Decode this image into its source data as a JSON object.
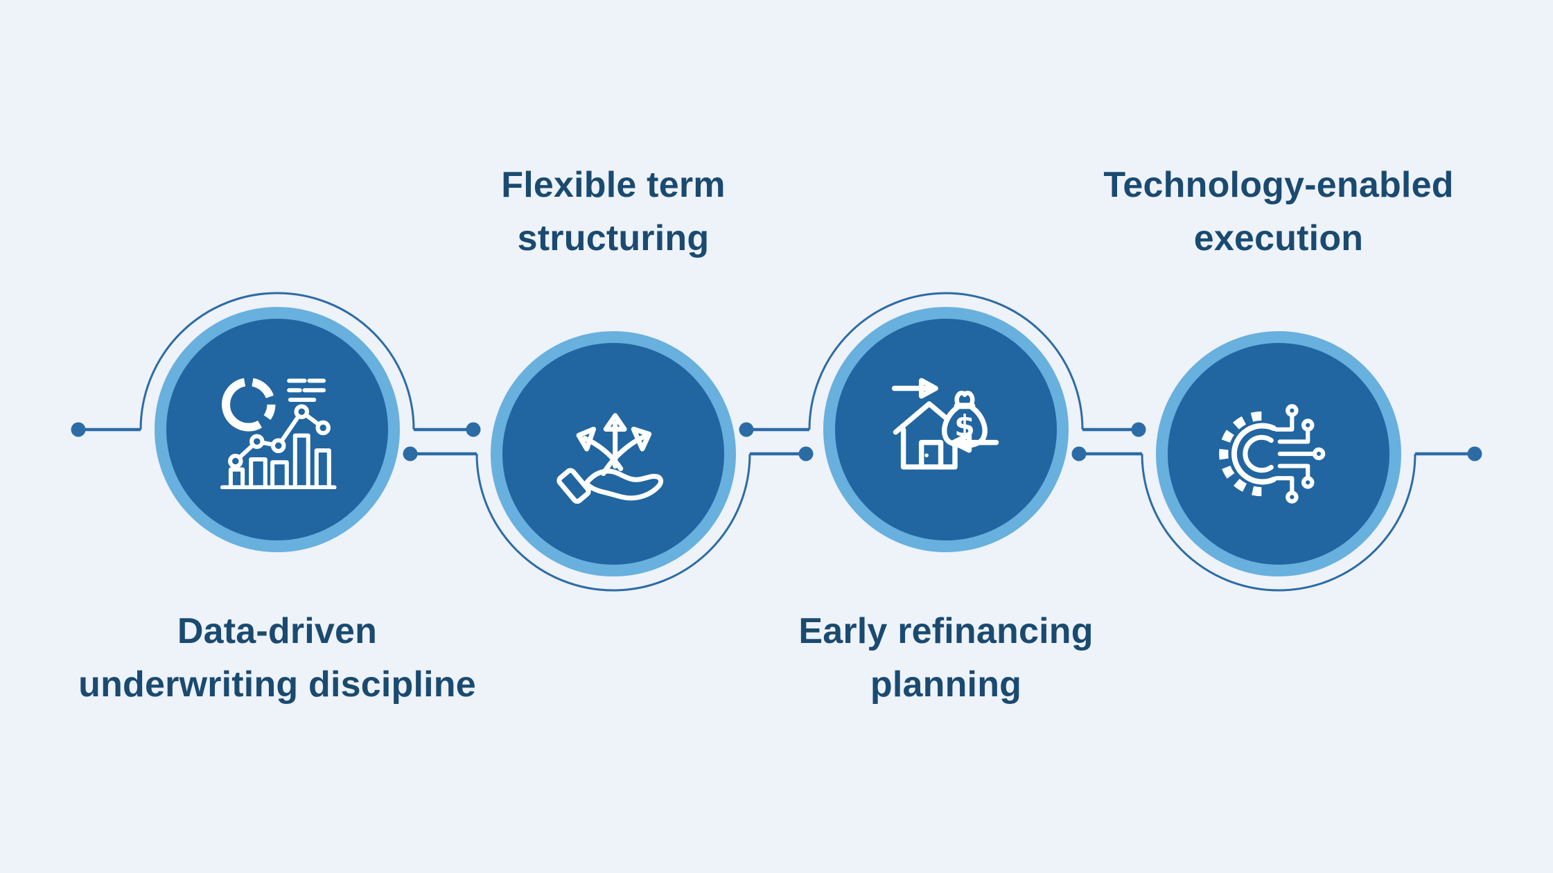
{
  "diagram": {
    "type": "process-infographic",
    "step_count": 4,
    "colors": {
      "background": "#eef2f9",
      "circle_fill": "#2166a0",
      "circle_ring": "#68b0de",
      "connector": "#2b6ca5",
      "icon_stroke": "#ffffff",
      "label_text": "#1a4a70"
    },
    "steps": [
      {
        "label": "Data-driven underwriting discipline",
        "lines": [
          "Data-driven",
          "underwriting discipline"
        ],
        "label_position": "bottom",
        "icon": "analytics-chart-icon"
      },
      {
        "label": "Flexible term structuring",
        "lines": [
          "Flexible term",
          "structuring"
        ],
        "label_position": "top",
        "icon": "hand-with-arrows-icon"
      },
      {
        "label": "Early refinancing planning",
        "lines": [
          "Early refinancing",
          "planning"
        ],
        "label_position": "bottom",
        "icon": "house-money-exchange-icon",
        "money_symbol": "$"
      },
      {
        "label": "Technology-enabled execution",
        "lines": [
          "Technology-enabled",
          "execution"
        ],
        "label_position": "top",
        "icon": "gear-circuit-icon"
      }
    ]
  }
}
